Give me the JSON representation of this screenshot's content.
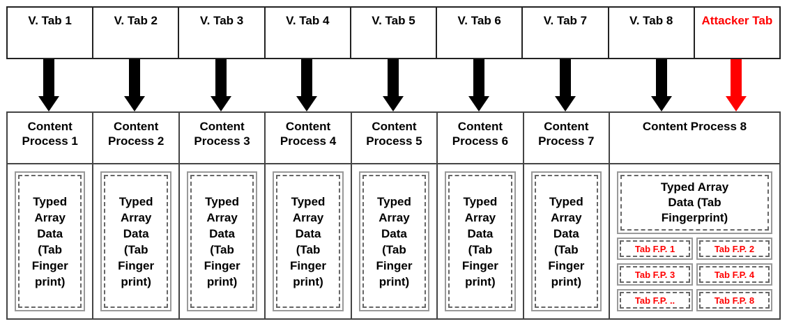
{
  "diagram": {
    "title": "Browser tab to content process mapping with tab fingerprint typed arrays",
    "colors": {
      "attacker_red": "#ff0000",
      "box_black": "#222222",
      "box_gray": "#444444",
      "memory_border_gray": "#999999",
      "memory_dashed_gray": "#666666"
    }
  },
  "tabs": [
    {
      "label": "V. Tab 1",
      "attacker": false
    },
    {
      "label": "V. Tab 2",
      "attacker": false
    },
    {
      "label": "V. Tab 3",
      "attacker": false
    },
    {
      "label": "V. Tab 4",
      "attacker": false
    },
    {
      "label": "V. Tab 5",
      "attacker": false
    },
    {
      "label": "V. Tab 6",
      "attacker": false
    },
    {
      "label": "V. Tab 7",
      "attacker": false
    },
    {
      "label": "V. Tab 8",
      "attacker": false
    },
    {
      "label": "Attacker\nTab",
      "attacker": true
    }
  ],
  "arrows": [
    {
      "name": "arrow-tab-1",
      "color": "black"
    },
    {
      "name": "arrow-tab-2",
      "color": "black"
    },
    {
      "name": "arrow-tab-3",
      "color": "black"
    },
    {
      "name": "arrow-tab-4",
      "color": "black"
    },
    {
      "name": "arrow-tab-5",
      "color": "black"
    },
    {
      "name": "arrow-tab-6",
      "color": "black"
    },
    {
      "name": "arrow-tab-7",
      "color": "black"
    },
    {
      "name": "arrow-tab-8",
      "color": "black"
    },
    {
      "name": "arrow-attacker-tab",
      "color": "red"
    }
  ],
  "processes": [
    {
      "title": "Content\nProcess 1",
      "memory_label": "Typed\nArray\nData\n(Tab\nFinger\nprint)"
    },
    {
      "title": "Content\nProcess 2",
      "memory_label": "Typed\nArray\nData\n(Tab\nFinger\nprint)"
    },
    {
      "title": "Content\nProcess 3",
      "memory_label": "Typed\nArray\nData\n(Tab\nFinger\nprint)"
    },
    {
      "title": "Content\nProcess 4",
      "memory_label": "Typed\nArray\nData\n(Tab\nFinger\nprint)"
    },
    {
      "title": "Content\nProcess 5",
      "memory_label": "Typed\nArray\nData\n(Tab\nFinger\nprint)"
    },
    {
      "title": "Content\nProcess 6",
      "memory_label": "Typed\nArray\nData\n(Tab\nFinger\nprint)"
    },
    {
      "title": "Content\nProcess 7",
      "memory_label": "Typed\nArray\nData\n(Tab\nFinger\nprint)"
    }
  ],
  "attacker_process": {
    "title": "Content Process 8",
    "memory_label": "Typed Array\nData (Tab\nFingerprint)",
    "fingerprints": [
      {
        "label": "Tab F.P. 1"
      },
      {
        "label": "Tab F.P. 2"
      },
      {
        "label": "Tab F.P. 3"
      },
      {
        "label": "Tab F.P. 4"
      },
      {
        "label": "Tab F.P. .."
      },
      {
        "label": "Tab F.P. 8"
      }
    ]
  }
}
